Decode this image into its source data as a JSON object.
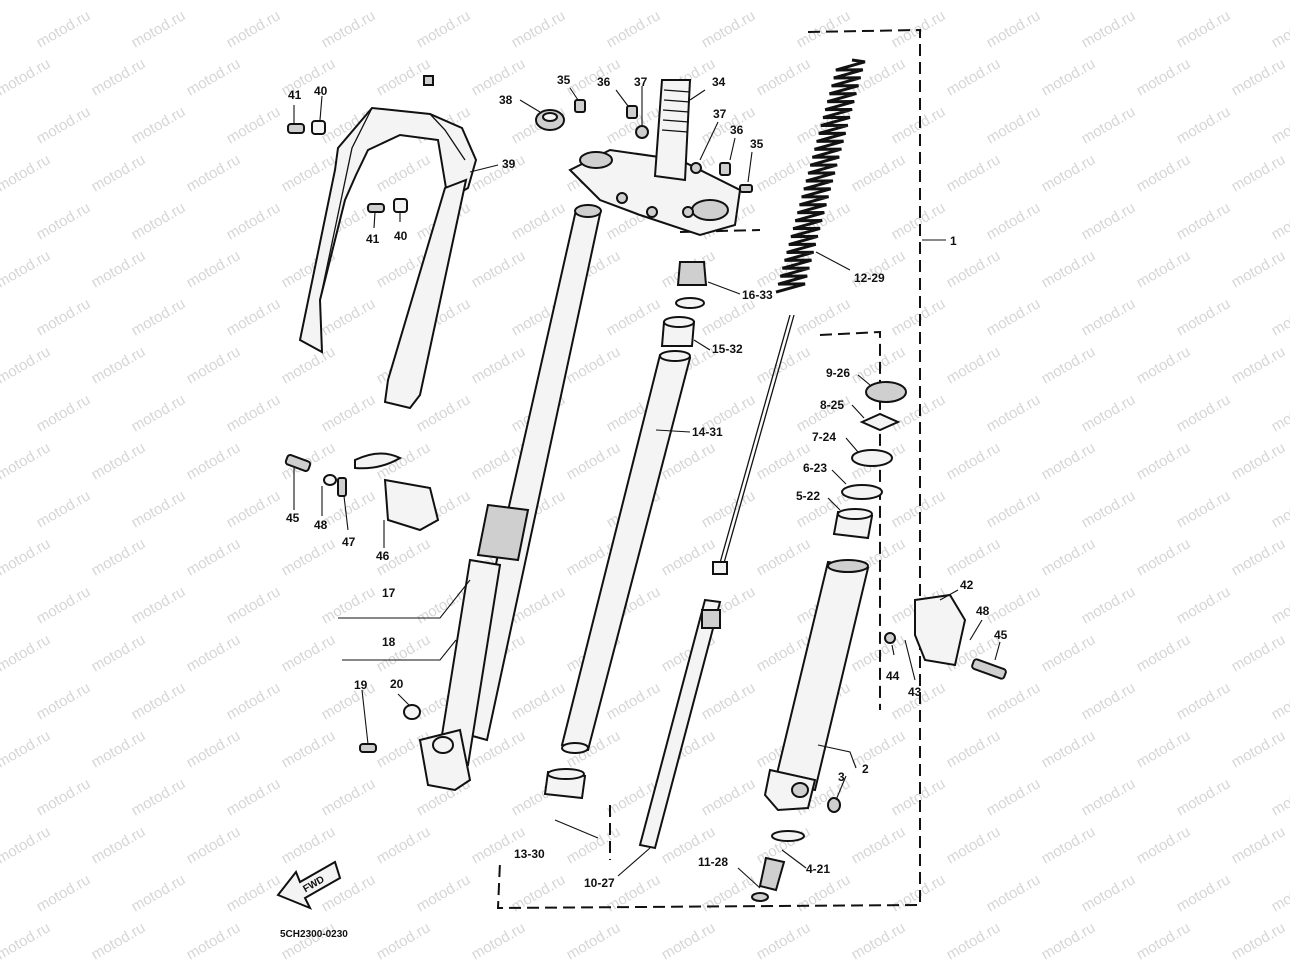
{
  "watermark": {
    "text": "motod.ru"
  },
  "diagram_code": "5CH2300-0230",
  "fwd_label": "FWD",
  "callouts": [
    {
      "id": "c-41a",
      "text": "41"
    },
    {
      "id": "c-40a",
      "text": "40"
    },
    {
      "id": "c-41b",
      "text": "41"
    },
    {
      "id": "c-40b",
      "text": "40"
    },
    {
      "id": "c-39",
      "text": "39"
    },
    {
      "id": "c-38",
      "text": "38"
    },
    {
      "id": "c-35a",
      "text": "35"
    },
    {
      "id": "c-36a",
      "text": "36"
    },
    {
      "id": "c-37a",
      "text": "37"
    },
    {
      "id": "c-34",
      "text": "34"
    },
    {
      "id": "c-37b",
      "text": "37"
    },
    {
      "id": "c-36b",
      "text": "36"
    },
    {
      "id": "c-35b",
      "text": "35"
    },
    {
      "id": "c-1",
      "text": "1"
    },
    {
      "id": "c-12-29",
      "text": "12-29"
    },
    {
      "id": "c-16-33",
      "text": "16-33"
    },
    {
      "id": "c-15-32",
      "text": "15-32"
    },
    {
      "id": "c-14-31",
      "text": "14-31"
    },
    {
      "id": "c-9-26",
      "text": "9-26"
    },
    {
      "id": "c-8-25",
      "text": "8-25"
    },
    {
      "id": "c-7-24",
      "text": "7-24"
    },
    {
      "id": "c-6-23",
      "text": "6-23"
    },
    {
      "id": "c-5-22",
      "text": "5-22"
    },
    {
      "id": "c-45a",
      "text": "45"
    },
    {
      "id": "c-48a",
      "text": "48"
    },
    {
      "id": "c-47",
      "text": "47"
    },
    {
      "id": "c-46",
      "text": "46"
    },
    {
      "id": "c-17",
      "text": "17"
    },
    {
      "id": "c-18",
      "text": "18"
    },
    {
      "id": "c-19",
      "text": "19"
    },
    {
      "id": "c-20",
      "text": "20"
    },
    {
      "id": "c-42",
      "text": "42"
    },
    {
      "id": "c-48b",
      "text": "48"
    },
    {
      "id": "c-45b",
      "text": "45"
    },
    {
      "id": "c-44",
      "text": "44"
    },
    {
      "id": "c-43",
      "text": "43"
    },
    {
      "id": "c-2",
      "text": "2"
    },
    {
      "id": "c-3",
      "text": "3"
    },
    {
      "id": "c-13-30",
      "text": "13-30"
    },
    {
      "id": "c-10-27",
      "text": "10-27"
    },
    {
      "id": "c-11-28",
      "text": "11-28"
    },
    {
      "id": "c-4-21",
      "text": "4-21"
    }
  ]
}
